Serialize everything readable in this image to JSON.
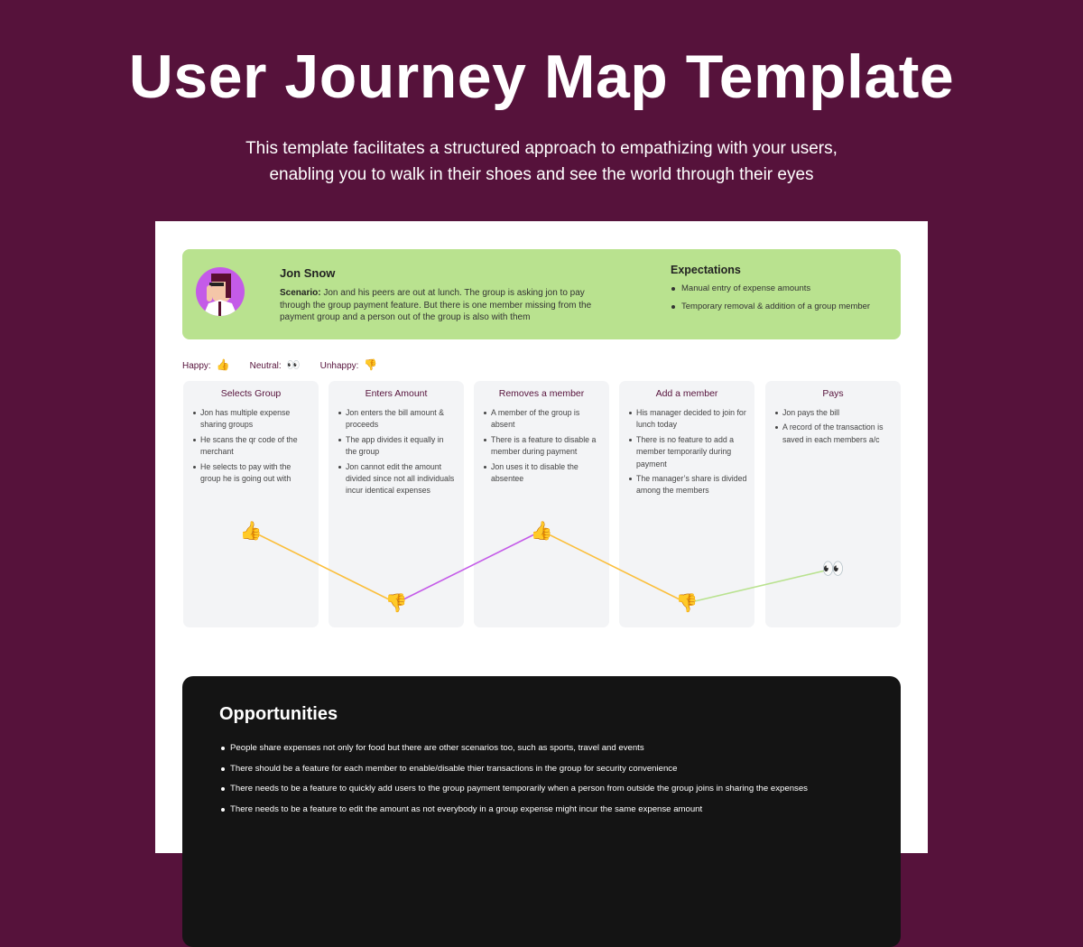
{
  "header": {
    "title": "User Journey Map Template",
    "subtitle_line1": "This template facilitates a structured approach to empathizing with your users,",
    "subtitle_line2": "enabling you to walk in their shoes and see the world through their eyes"
  },
  "persona": {
    "name": "Jon Snow",
    "scenario_label": "Scenario:",
    "scenario_text": " Jon and his peers are out at lunch. The group is asking jon to pay through the group payment feature. But there is one member missing from the payment group and a person out of the group is also with them",
    "expectations_title": "Expectations",
    "expectations": [
      "Manual entry of expense amounts",
      "Temporary removal & addition of a group member"
    ]
  },
  "legend": {
    "happy": "Happy:",
    "neutral": "Neutral:",
    "unhappy": "Unhappy:",
    "happy_icon": "👍",
    "neutral_icon": "👀",
    "unhappy_icon": "👎"
  },
  "stages": [
    {
      "title": "Selects Group",
      "items": [
        "Jon has multiple expense sharing groups",
        "He scans the qr code of the merchant",
        "He selects to pay with the group he is going out with"
      ],
      "emotion": "happy",
      "emoji": "👍"
    },
    {
      "title": "Enters Amount",
      "items": [
        "Jon enters the bill amount & proceeds",
        "The app divides it equally in the group",
        "Jon cannot edit the amount divided since not all individuals incur identical expenses"
      ],
      "emotion": "unhappy",
      "emoji": "👎"
    },
    {
      "title": "Removes a member",
      "items": [
        "A member of the group is absent",
        "There is a feature to disable a member during payment",
        "Jon uses it to disable the absentee"
      ],
      "emotion": "happy",
      "emoji": "👍"
    },
    {
      "title": "Add a member",
      "items": [
        "His manager decided to join for lunch today",
        "There is no feature to add a member temporarily during payment",
        "The manager’s share is divided among the members"
      ],
      "emotion": "unhappy",
      "emoji": "👎"
    },
    {
      "title": "Pays",
      "items": [
        "Jon pays the bill",
        "A record of the transaction is saved in each members a/c"
      ],
      "emotion": "neutral",
      "emoji": "👀"
    }
  ],
  "curve_colors": [
    "#fbbf3c",
    "#c45be8",
    "#fbbf3c",
    "#b9e28f"
  ],
  "opportunities": {
    "title": "Opportunities",
    "items": [
      "People share expenses not only for food  but there are other scenarios too, such as sports, travel and events",
      "There should be a feature for each member to enable/disable thier transactions in the group for security convenience",
      "There needs to be a feature to quickly add users to the group payment temporarily when a person from outside the group joins in sharing the expenses",
      "There needs to be a feature to edit the amount as not everybody in a group expense might incur the same expense amount"
    ]
  },
  "colors": {
    "background": "#56123b",
    "persona_bg": "#b9e28f",
    "stage_bg": "#f3f4f6",
    "opportunities_bg": "#141414"
  }
}
